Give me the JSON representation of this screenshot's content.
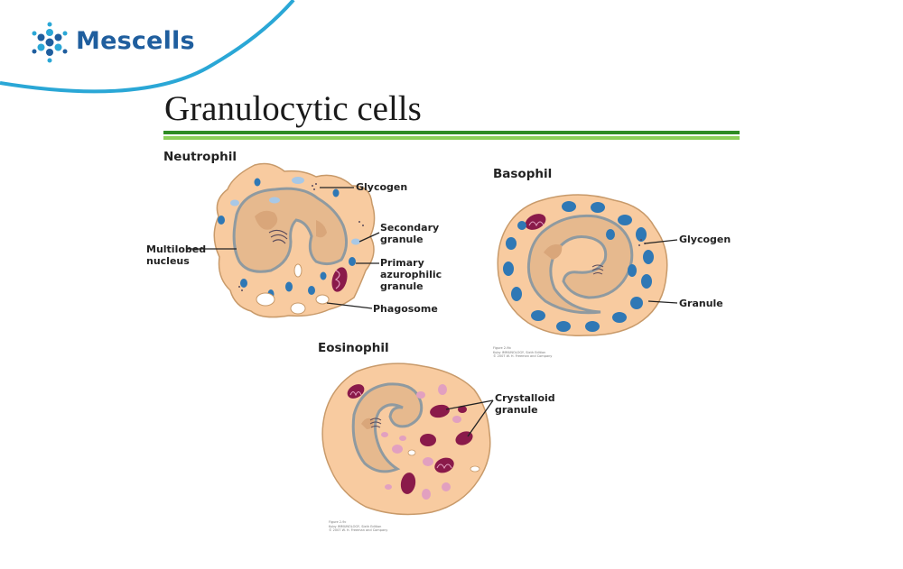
{
  "brand": {
    "name": "Mescells",
    "colors": {
      "primary": "#1f5e9e",
      "accent": "#2aa7d6"
    }
  },
  "slide": {
    "title": "Granulocytic cells"
  },
  "neutrophil": {
    "title": "Neutrophil",
    "labels": {
      "glycogen": "Glycogen",
      "secondary_1": "Secondary",
      "secondary_2": "granule",
      "nucleus_1": "Multilobed",
      "nucleus_2": "nucleus",
      "primary_1": "Primary",
      "primary_2": "azurophilic",
      "primary_3": "granule",
      "phagosome": "Phagosome"
    }
  },
  "basophil": {
    "title": "Basophil",
    "labels": {
      "glycogen": "Glycogen",
      "granule": "Granule"
    },
    "credit": [
      "Figure 2-9b",
      "Kuby IMMUNOLOGY, Sixth Edition",
      "© 2007 W. H. Freeman and Company"
    ]
  },
  "eosinophil": {
    "title": "Eosinophil",
    "labels": {
      "crystalloid_1": "Crystalloid",
      "crystalloid_2": "granule"
    },
    "credit": [
      "Figure 2-9c",
      "Kuby IMMUNOLOGY, Sixth Edition",
      "© 2007 W. H. Freeman and Company"
    ]
  },
  "palette": {
    "cytoplasm": "#f8cba0",
    "cell_outline": "#c89a6a",
    "nucleus": "#e6b98e",
    "nucleus_outline": "#8f9aa0",
    "blue_granule": "#2f78b5",
    "pale_granule": "#a8c8e6",
    "crystalloid": "#8a1a4a",
    "pink_granule": "#e2a0c0"
  }
}
